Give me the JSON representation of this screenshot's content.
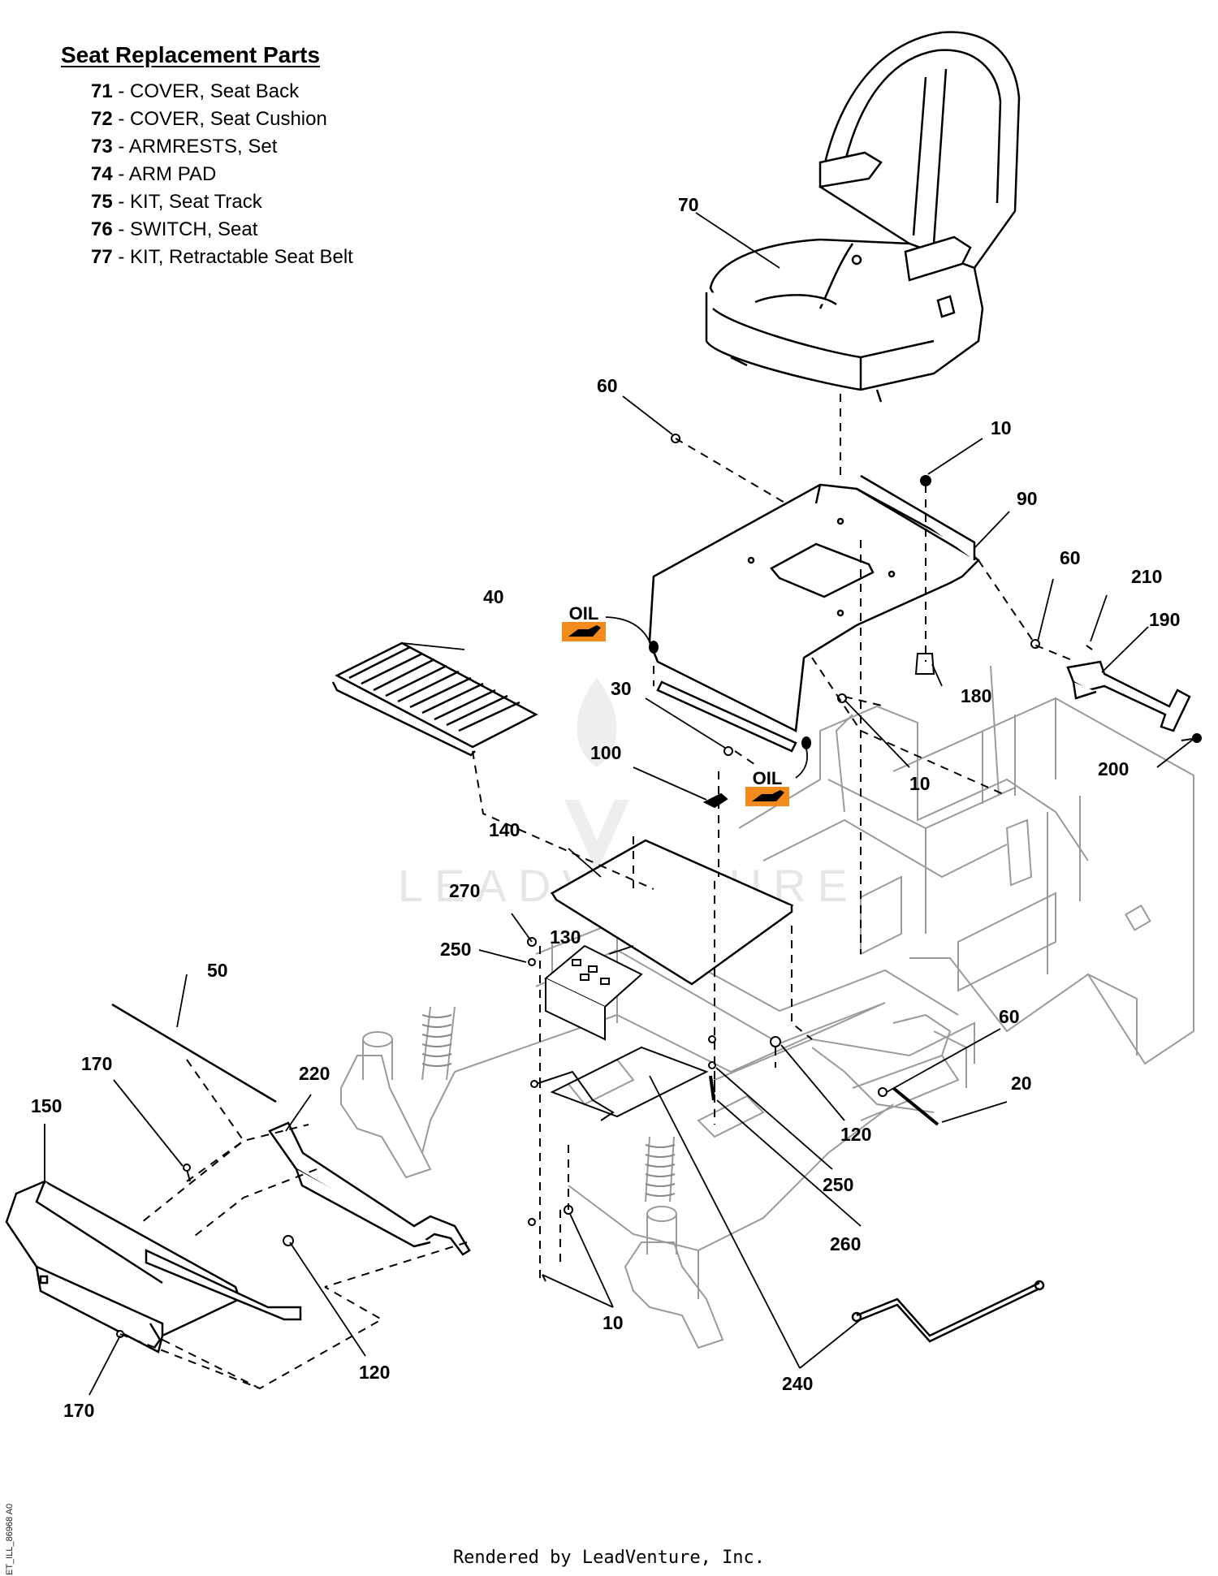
{
  "parts_list": {
    "title": "Seat Replacement Parts",
    "items": [
      {
        "number": "71",
        "description": "- COVER, Seat Back"
      },
      {
        "number": "72",
        "description": "- COVER, Seat Cushion"
      },
      {
        "number": "73",
        "description": "- ARMRESTS, Set"
      },
      {
        "number": "74",
        "description": "- ARM PAD"
      },
      {
        "number": "75",
        "description": "- KIT, Seat Track"
      },
      {
        "number": "76",
        "description": "- SWITCH, Seat"
      },
      {
        "number": "77",
        "description": "- KIT, Retractable Seat Belt"
      }
    ]
  },
  "callouts": {
    "c70": "70",
    "c60a": "60",
    "c10a": "10",
    "c90": "90",
    "c60b": "60",
    "c210": "210",
    "c190": "190",
    "c40": "40",
    "c30": "30",
    "c180": "180",
    "c100": "100",
    "c10b": "10",
    "c200": "200",
    "c140": "140",
    "c270": "270",
    "c130": "130",
    "c250a": "250",
    "c50": "50",
    "c60c": "60",
    "c20": "20",
    "c170a": "170",
    "c220": "220",
    "c150": "150",
    "c120a": "120",
    "c250b": "250",
    "c260": "260",
    "c10c": "10",
    "c120b": "120",
    "c240": "240",
    "c170b": "170"
  },
  "oil_labels": {
    "oil1": "OIL",
    "oil2": "OIL"
  },
  "watermark": "LEADVENTURE",
  "footer": "Rendered by LeadVenture, Inc.",
  "drawing_code": "ET_ILL_86968 A0"
}
